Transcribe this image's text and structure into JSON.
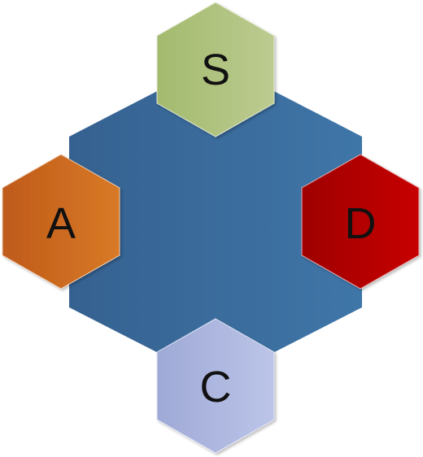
{
  "center_color": "#3a6a96",
  "nodes": {
    "top": {
      "label": "S",
      "color_left": "#a3ba6e",
      "color_right": "#bccb90"
    },
    "left": {
      "label": "A",
      "color_left": "#bf5a1a",
      "color_right": "#d87a26"
    },
    "right": {
      "label": "D",
      "color_left": "#9e0000",
      "color_right": "#c70000"
    },
    "bottom": {
      "label": "C",
      "color_left": "#9ea9d6",
      "color_right": "#bcc5e8"
    }
  }
}
